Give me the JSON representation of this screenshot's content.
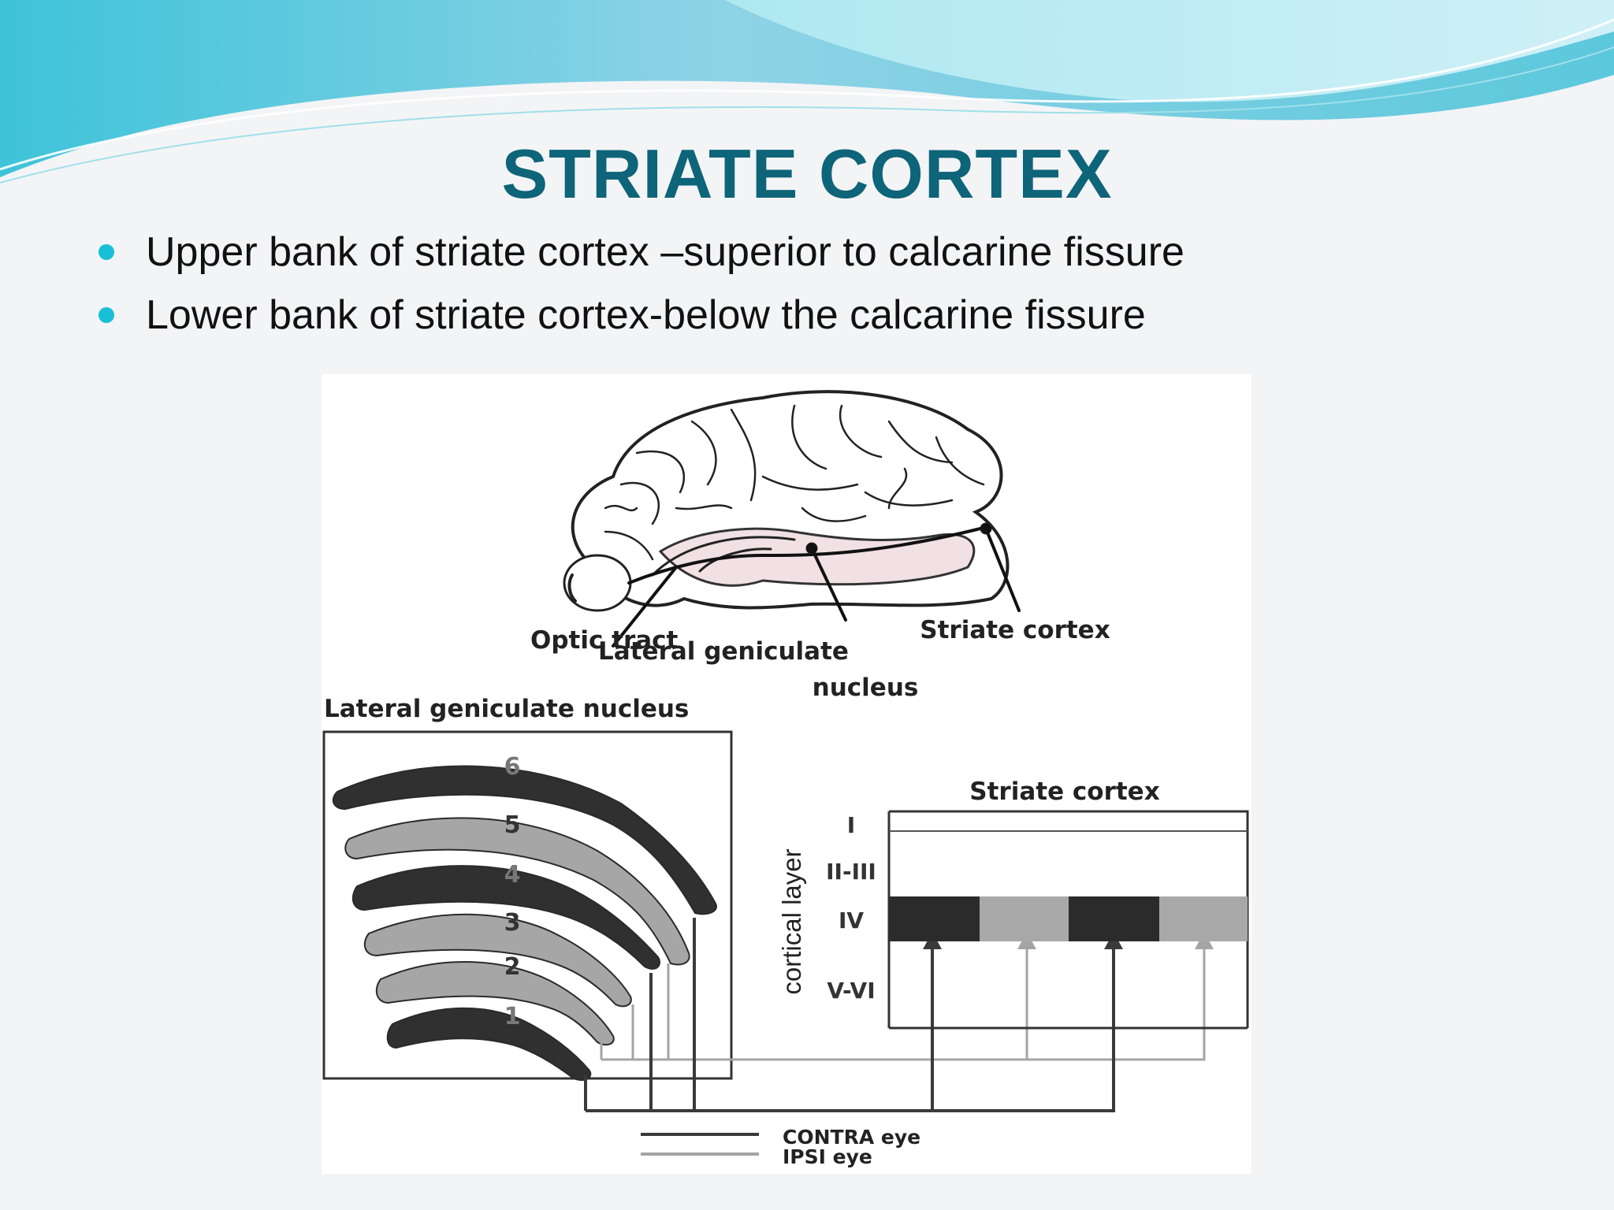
{
  "slide": {
    "title": "STRIATE CORTEX",
    "bullets": [
      "Upper bank of striate cortex –superior to calcarine fissure",
      "Lower bank of striate cortex-below the calcarine fissure"
    ],
    "colors": {
      "title": "#0e6479",
      "bullet": "#19bfd6",
      "wave": "#7fd6e4"
    }
  },
  "figure": {
    "brain": {
      "labels": {
        "optic_tract": "Optic tract",
        "lgn_line1": "Lateral geniculate",
        "lgn_line2": "nucleus",
        "striate": "Striate cortex"
      }
    },
    "lgn_box": {
      "title": "Lateral geniculate nucleus",
      "layers": [
        "6",
        "5",
        "4",
        "3",
        "2",
        "1"
      ]
    },
    "cortex_box": {
      "title": "Striate cortex",
      "axis_label": "cortical layer",
      "layers": [
        "I",
        "II-III",
        "IV",
        "V-VI"
      ]
    },
    "legend": {
      "contra": "CONTRA eye",
      "ipsi": "IPSI eye"
    },
    "colors": {
      "contra": "#3a3a3a",
      "ipsi": "#a4a4a4"
    }
  }
}
